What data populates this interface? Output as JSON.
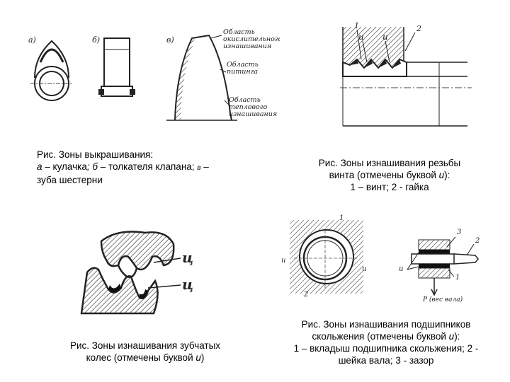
{
  "figure1": {
    "labels": {
      "a": "а)",
      "b": "б)",
      "v": "в)"
    },
    "zones": [
      "Область",
      "окислительного",
      "изнашивания",
      "Область",
      "питинга",
      "Область",
      "теплового",
      "изнашивания"
    ],
    "caption": {
      "line1": "Рис.    Зоны выкрашивания:",
      "a_letter": "а",
      "a_text": " – кулачка",
      "sep1": "; ",
      "b_letter": "б",
      "b_text": " – толкателя клапана; ",
      "v_letter": "в",
      "v_text": " –",
      "line3": "зуба шестерни"
    }
  },
  "figure2": {
    "labels": {
      "n1": "1",
      "n2": "2",
      "u1": "u",
      "u2": "u"
    },
    "caption": {
      "line1": "Рис.    Зоны изнашивания резьбы",
      "line2a": "винта (отмечены буквой ",
      "line2u": "u",
      "line2b": "):",
      "line3": "1 – винт; 2 - гайка"
    }
  },
  "figure3": {
    "labels": {
      "u1": "ц",
      "u2": "ц"
    },
    "caption": {
      "line1": "Рис.    Зоны изнашивания зубчатых",
      "line2a": "колес (отмечены буквой ",
      "line2u": "u",
      "line2b": ")"
    }
  },
  "figure4": {
    "labels": {
      "u_left": "u",
      "u_right": "u",
      "n1": "1",
      "n2": "2",
      "n1b": "1",
      "n2b": "2",
      "n3": "3",
      "u_side": "u",
      "force": "P (вес вала)"
    },
    "caption": {
      "line1": "Рис.    Зоны изнашивания подшипников",
      "line2a": "скольжения (отмечены буквой ",
      "line2u": "u",
      "line2b": "):",
      "line3": "1 – вкладыш подшипника скольжения; 2 -",
      "line4": "шейка вала; 3 - зазор"
    }
  }
}
